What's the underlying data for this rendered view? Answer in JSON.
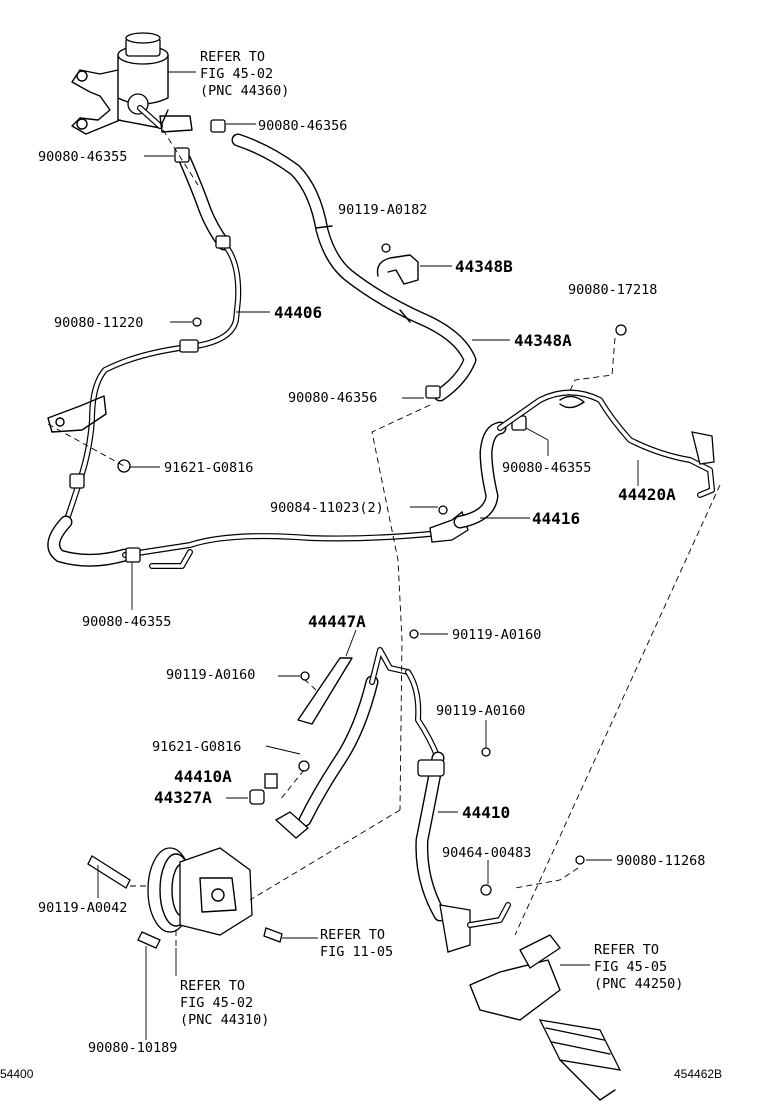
{
  "labels": {
    "refer_reservoir": [
      "REFER TO",
      "FIG 45-02",
      "(PNC 44360)"
    ],
    "p_90080_46356_a": "90080-46356",
    "p_90080_46355_a": "90080-46355",
    "p_90119_A0182": "90119-A0182",
    "p_44348B": "44348B",
    "p_90080_17218": "90080-17218",
    "p_90080_11220": "90080-11220",
    "p_44406": "44406",
    "p_44348A": "44348A",
    "p_90080_46356_b": "90080-46356",
    "p_91621_G0816_a": "91621-G0816",
    "p_90080_46355_b": "90080-46355",
    "p_44420A": "44420A",
    "p_90084_11023": "90084-11023(2)",
    "p_44416": "44416",
    "p_90080_46355_c": "90080-46355",
    "p_44447A": "44447A",
    "p_90119_A0160_a": "90119-A0160",
    "p_90119_A0160_b": "90119-A0160",
    "p_90119_A0160_c": "90119-A0160",
    "p_91621_G0816_b": "91621-G0816",
    "p_44410A": "44410A",
    "p_44327A": "44327A",
    "p_44410": "44410",
    "p_90464_00483": "90464-00483",
    "p_90080_11268": "90080-11268",
    "p_90119_A0042": "90119-A0042",
    "refer_fig_11_05": [
      "REFER TO",
      "FIG 11-05"
    ],
    "refer_gear": [
      "REFER TO",
      "FIG 45-05",
      "(PNC 44250)"
    ],
    "refer_pump": [
      "REFER TO",
      "FIG 45-02",
      "(PNC 44310)"
    ],
    "p_90080_10189": "90080-10189",
    "footer_left": "54400",
    "footer_right": "454462B"
  }
}
